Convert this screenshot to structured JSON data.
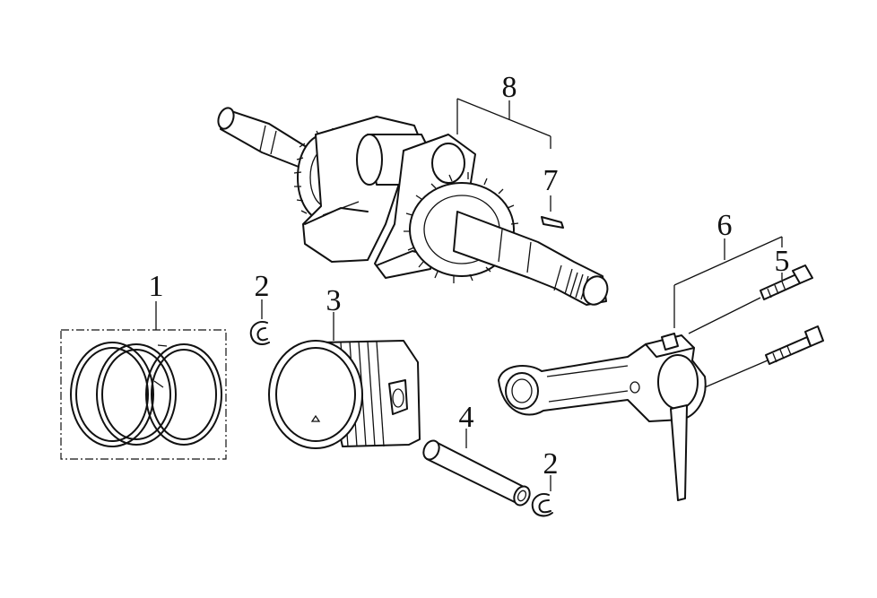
{
  "labels": {
    "piston_rings": "1",
    "circlip_left": "2",
    "circlip_right": "2",
    "piston": "3",
    "piston_pin": "4",
    "bolt": "5",
    "connecting_rod": "6",
    "key": "7",
    "crankshaft": "8"
  }
}
